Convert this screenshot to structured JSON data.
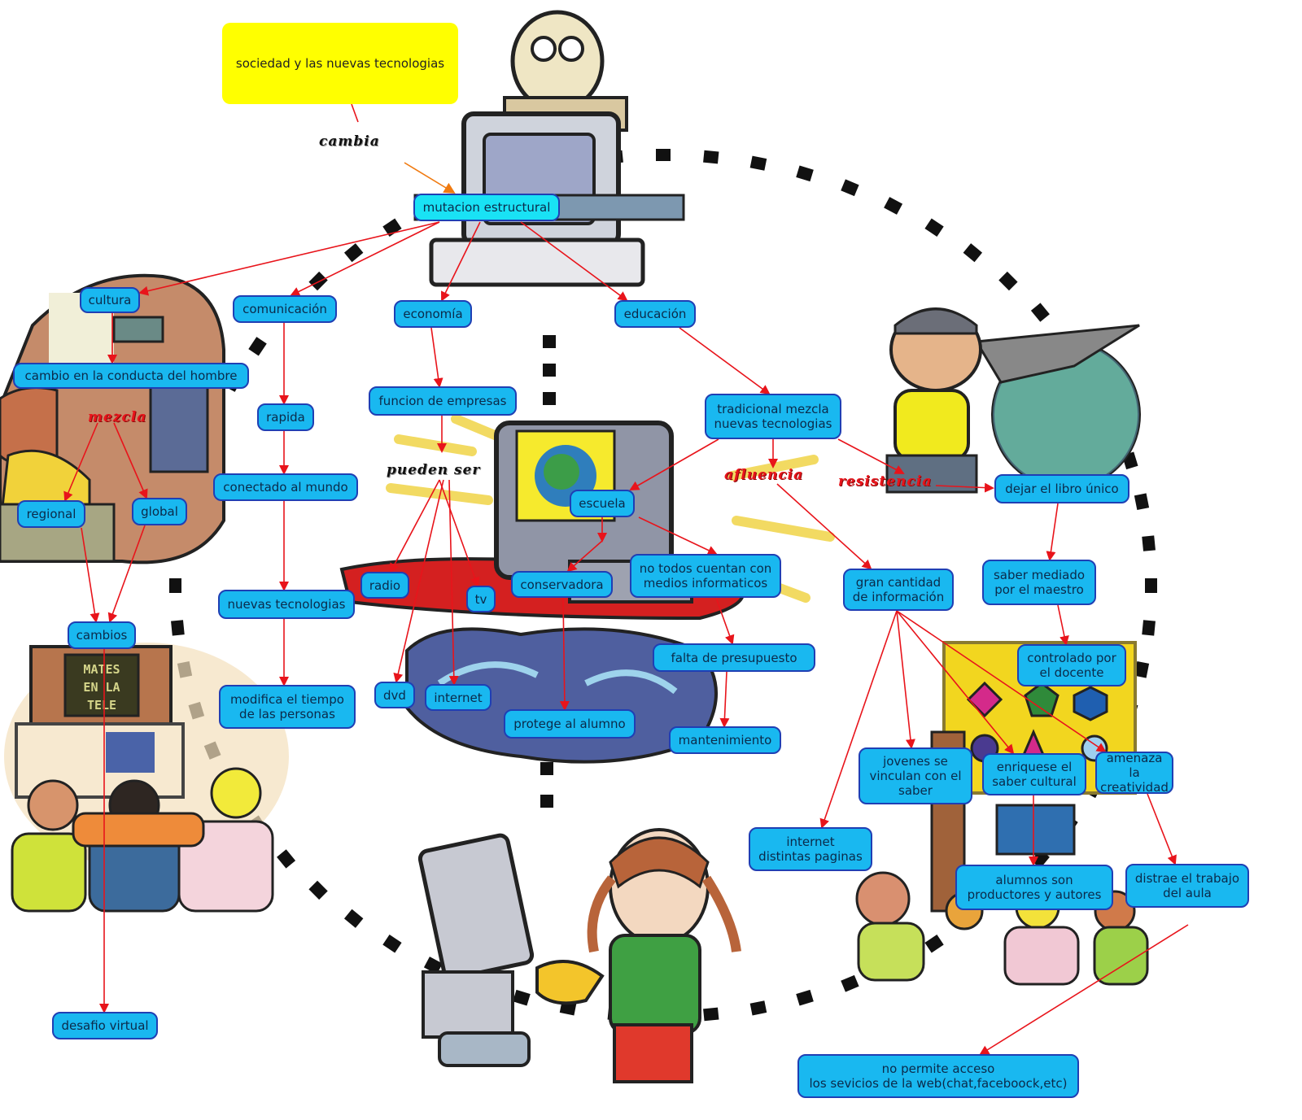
{
  "map": {
    "root": "sociedad y las nuevas tecnologias",
    "colors": {
      "node_fill": "#19b8f0",
      "node_border": "#1f3fb4",
      "root_fill": "#ffff00",
      "arrow": "#e8141b",
      "dots": "#111111"
    },
    "link_labels": {
      "cambia": "cambia",
      "mezcla": "mezcla",
      "pueden_ser": "pueden ser",
      "afluencia": "afluencia",
      "resistencia": "resistencia"
    },
    "nodes": {
      "mutacion": "mutacion estructural",
      "cultura": "cultura",
      "comunicacion": "comunicación",
      "economia": "economía",
      "educacion": "educación",
      "cambio_conducta": "cambio en la conducta del hombre",
      "rapida": "rapida",
      "funcion_empresas": "funcion de empresas",
      "tradicional": "tradicional mezcla\nnuevas tecnologias",
      "conectado": "conectado al mundo",
      "regional": "regional",
      "global": "global",
      "escuela": "escuela",
      "dejar_libro": "dejar el libro único",
      "radio": "radio",
      "tv": "tv",
      "conservadora": "conservadora",
      "no_todos": "no todos cuentan con\nmedios informaticos",
      "gran_cantidad": "gran cantidad\nde información",
      "saber_mediado": "saber mediado\npor el maestro",
      "nuevas_tecnologias": "nuevas tecnologias",
      "cambios": "cambios",
      "controlado": "controlado por\nel docente",
      "falta_presupuesto": "falta de presupuesto",
      "modifica": "modifica el tiempo\nde las personas",
      "dvd": "dvd",
      "internet": "internet",
      "protege": "protege al alumno",
      "mantenimiento": "mantenimiento",
      "jovenes": "jovenes se\nvinculan con el\nsaber",
      "enriquese": "enriquese el\nsaber cultural",
      "amenaza": "amenaza la\ncreatividad",
      "internet_paginas": "internet\ndistintas paginas",
      "alumnos": "alumnos son\nproductores y autores",
      "distrae": "distrae el trabajo\ndel  aula",
      "desafio": "desafio virtual",
      "no_permite": "no permite acceso\nlos sevicios de la web(chat,faceboock,etc)"
    },
    "illustrations": [
      "old-man-at-computer",
      "boy-with-globe",
      "woman-at-bookshelf",
      "kids-watching-tv",
      "flying-computer",
      "girl-with-robot",
      "kids-in-classroom"
    ]
  }
}
